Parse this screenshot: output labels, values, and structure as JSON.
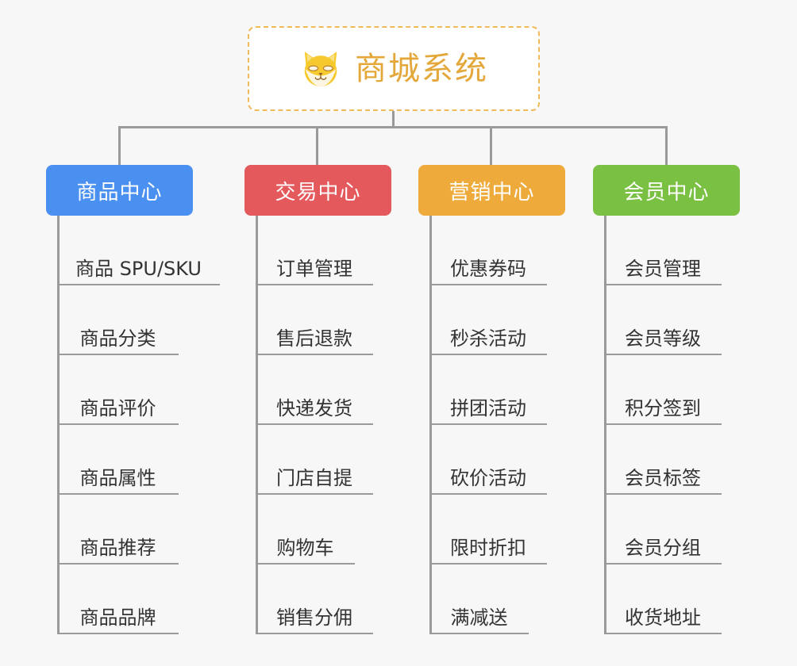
{
  "page": {
    "background_color": "#f7f7f7",
    "connector_color": "#9a9a9a"
  },
  "root": {
    "title": "商城系统",
    "icon": "shiba-dog-icon",
    "title_color": "#e3a73a",
    "border_color": "#f0b95a",
    "background_color": "#ffffff"
  },
  "columns": [
    {
      "title": "商品中心",
      "color": "#4a90f0",
      "items": [
        "商品 SPU/SKU",
        "商品分类",
        "商品评价",
        "商品属性",
        "商品推荐",
        "商品品牌"
      ]
    },
    {
      "title": "交易中心",
      "color": "#e4595b",
      "items": [
        "订单管理",
        "售后退款",
        "快递发货",
        "门店自提",
        "购物车",
        "销售分佣"
      ]
    },
    {
      "title": "营销中心",
      "color": "#eeab3c",
      "items": [
        "优惠券码",
        "秒杀活动",
        "拼团活动",
        "砍价活动",
        "限时折扣",
        "满减送"
      ]
    },
    {
      "title": "会员中心",
      "color": "#7ac143",
      "items": [
        "会员管理",
        "会员等级",
        "积分签到",
        "会员标签",
        "会员分组",
        "收货地址"
      ]
    }
  ]
}
